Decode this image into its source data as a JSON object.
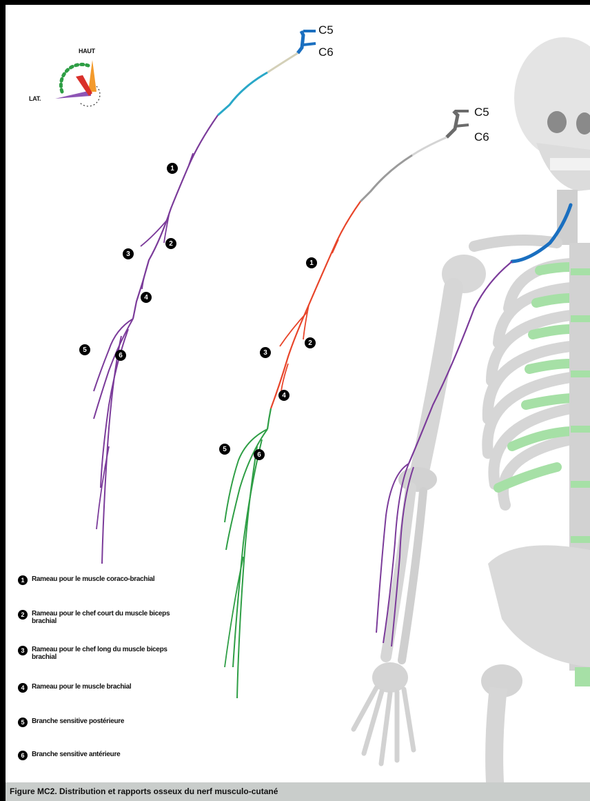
{
  "orientation": {
    "up_label": "HAUT",
    "lateral_label": "LAT."
  },
  "roots": {
    "primary": [
      "C5",
      "C6"
    ],
    "secondary": [
      "C5",
      "C6"
    ]
  },
  "branch_numbers": [
    "1",
    "2",
    "3",
    "4",
    "5",
    "6"
  ],
  "legend": [
    {
      "number": "1",
      "text": "Rameau pour le muscle coraco-brachial"
    },
    {
      "number": "2",
      "text": "Rameau pour le  chef court du muscle biceps brachial"
    },
    {
      "number": "3",
      "text": "Rameau pour le chef long du muscle biceps brachial"
    },
    {
      "number": "4",
      "text": "Rameau pour le muscle brachial"
    },
    {
      "number": "5",
      "text": "Branche sensitive postérieure"
    },
    {
      "number": "6",
      "text": "Branche sensitive antérieure"
    }
  ],
  "caption": "Figure MC2. Distribution et rapports osseux du nerf musculo-cutané",
  "colors": {
    "nerve_purple": "#7b3b9a",
    "nerve_cyan": "#2aa8c8",
    "nerve_blue": "#1a6fc0",
    "nerve_red": "#e8452a",
    "nerve_green": "#2e9e45",
    "root_gray": "#6b6b6b",
    "bone": "#dcdcdc",
    "vertebra_green": "#a6e0a6",
    "caption_bg": "#c9cdcb"
  }
}
